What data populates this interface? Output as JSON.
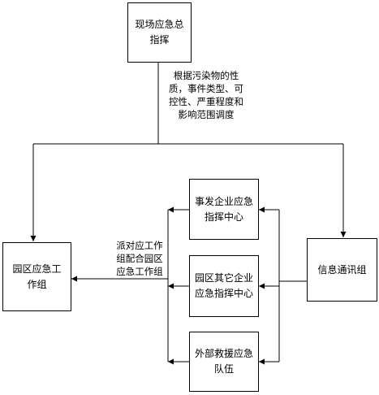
{
  "nodes": {
    "command": "现场应急总指挥",
    "incident_center": "事发企业应急指挥中心",
    "other_center": "园区其它企业应急指挥中心",
    "rescue_team": "外部救援应急队伍",
    "park_group": "园区应急工作组",
    "info_group": "信息通讯组"
  },
  "labels": {
    "dispatch_basis": "根据污染物的性质，事件类型、可控性、严重程度和影响范围调度",
    "dispatch_group": "派对应工作组配合园区应急工作组"
  }
}
